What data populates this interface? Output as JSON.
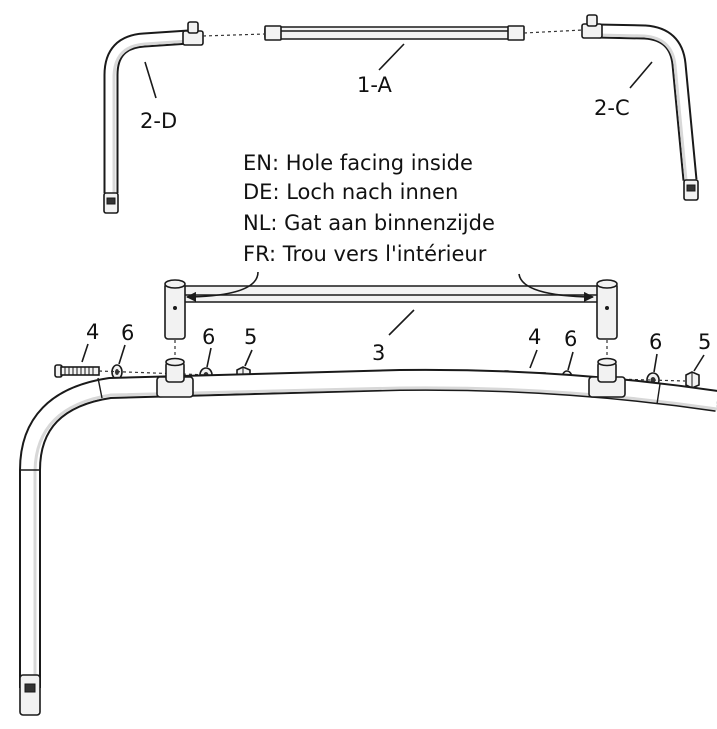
{
  "labels": {
    "tube_1a": "1-A",
    "tube_2d": "2-D",
    "tube_2c": "2-C",
    "bar_3": "3",
    "bolt_left": "4",
    "washer_left_a": "6",
    "washer_left_b": "6",
    "nut_left": "5",
    "bolt_right": "4",
    "washer_right_a": "6",
    "washer_right_b": "6",
    "nut_right": "5"
  },
  "note": {
    "en": "EN: Hole facing inside",
    "de": "DE: Loch nach innen",
    "nl": "NL: Gat aan binnenzijde",
    "fr": "FR: Trou vers l'intérieur"
  }
}
